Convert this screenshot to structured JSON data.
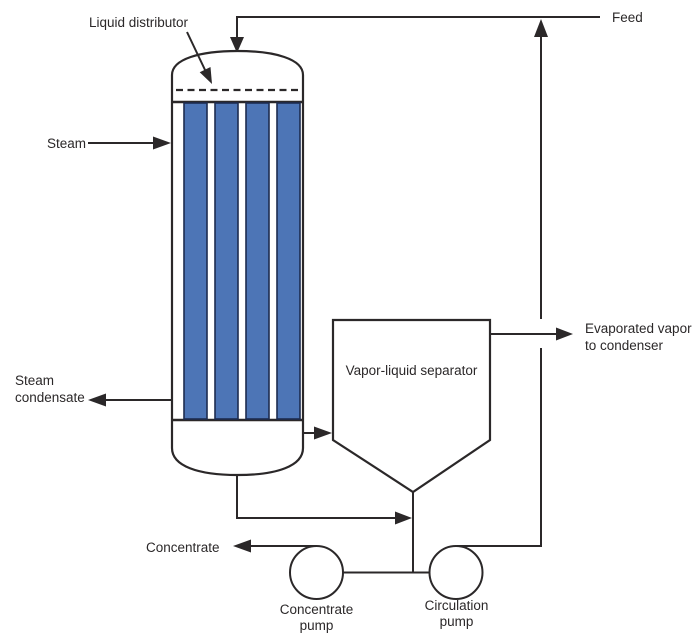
{
  "colors": {
    "line": "#2b2829",
    "tube_fill": "#4d75b6",
    "tube_stroke": "#1d2c50",
    "background": "#ffffff"
  },
  "labels": {
    "liquid_distributor": "Liquid distributor",
    "feed": "Feed",
    "steam": "Steam",
    "steam_condensate": [
      "Steam",
      "condensate"
    ],
    "separator": "Vapor-liquid separator",
    "evaporated_vapor": [
      "Evaporated vapor",
      "to condenser"
    ],
    "concentrate": "Concentrate",
    "concentrate_pump": [
      "Concentrate",
      "pump"
    ],
    "circulation_pump": [
      "Circulation",
      "pump"
    ]
  }
}
